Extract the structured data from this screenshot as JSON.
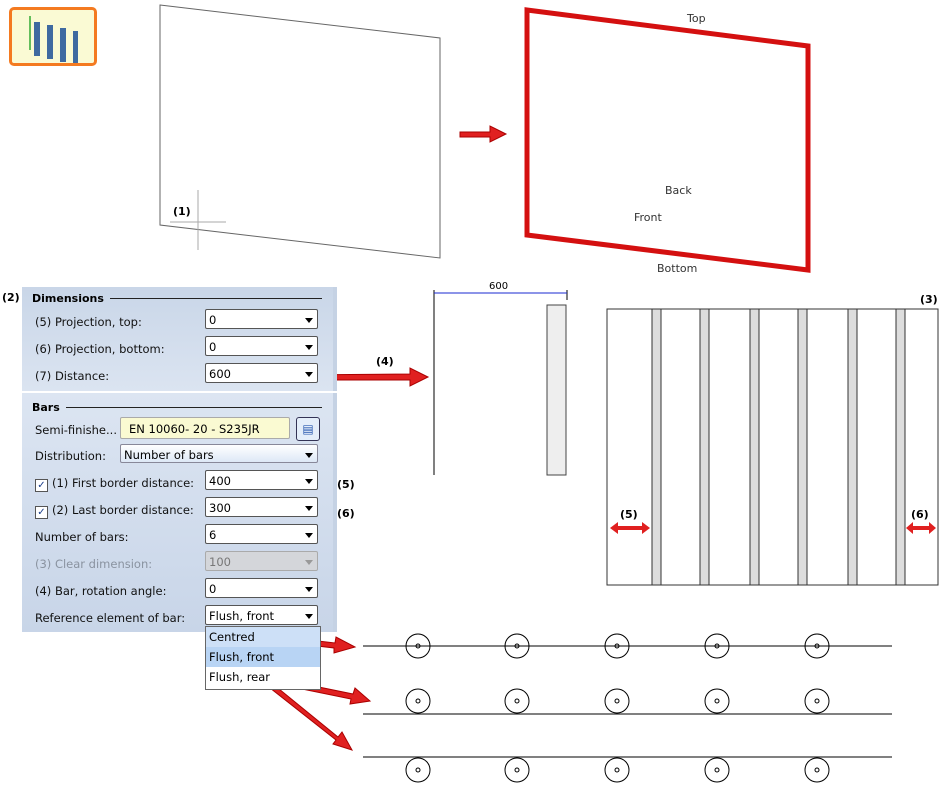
{
  "labels": {
    "l1": "(1)",
    "l2": "(2)",
    "l3": "(3)",
    "l4": "(4)",
    "l5": "(5)",
    "l6": "(6)",
    "l5b": "(5)",
    "l6b": "(6)"
  },
  "frame": {
    "top": "Top",
    "back": "Back",
    "front": "Front",
    "bottom": "Bottom"
  },
  "dimension": "600",
  "dimensions": {
    "title": "Dimensions",
    "rows": [
      {
        "label": "(5) Projection, top:",
        "value": "0"
      },
      {
        "label": "(6) Projection, bottom:",
        "value": "0"
      },
      {
        "label": "(7) Distance:",
        "value": "600"
      }
    ]
  },
  "bars": {
    "title": "Bars",
    "semi_label": "Semi-finishe...",
    "semi_value": "EN 10060- 20 - S235JR",
    "dist_label": "Distribution:",
    "dist_value": "Number of bars",
    "rows": [
      {
        "label": "(1) First border distance:",
        "value": "400",
        "checked": true
      },
      {
        "label": "(2) Last border distance:",
        "value": "300",
        "checked": true
      },
      {
        "label": "Number of bars:",
        "value": "6"
      },
      {
        "label": "(3) Clear dimension:",
        "value": "100",
        "disabled": true
      },
      {
        "label": "(4) Bar, rotation angle:",
        "value": "0"
      },
      {
        "label": "Reference element of bar:",
        "value": "Flush, front"
      }
    ],
    "options": [
      "Centred",
      "Flush, front",
      "Flush, rear"
    ]
  },
  "colors": {
    "red": "#e01010",
    "panel": "#c9d6e8",
    "highlight": "#cde0f7"
  }
}
